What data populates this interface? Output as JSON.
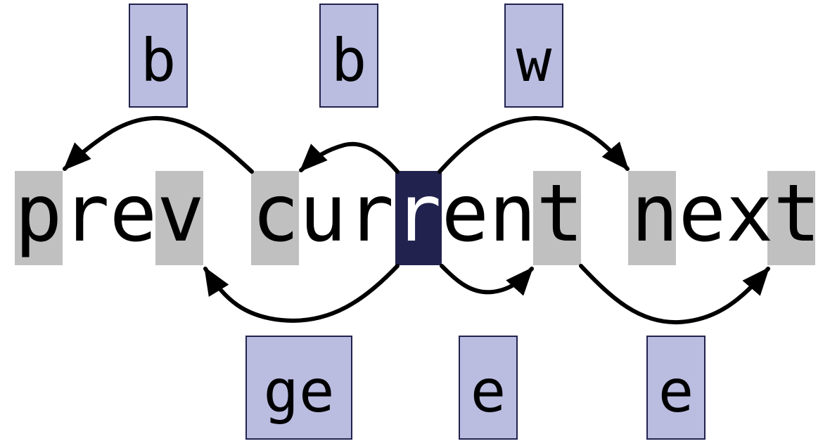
{
  "text_line": "prev current next",
  "keys": [
    {
      "label": "b"
    },
    {
      "label": "b"
    },
    {
      "label": "w"
    },
    {
      "label": "ge"
    },
    {
      "label": "e"
    },
    {
      "label": "e"
    }
  ],
  "colors": {
    "cursor": "#22224f",
    "cursor_text": "#ffffff",
    "target_highlight": "#c0c0c0",
    "key_box_fill": "#babde0",
    "key_box_stroke": "#22224f",
    "text": "#000000",
    "arrow": "#000000",
    "background": "#ffffff"
  }
}
